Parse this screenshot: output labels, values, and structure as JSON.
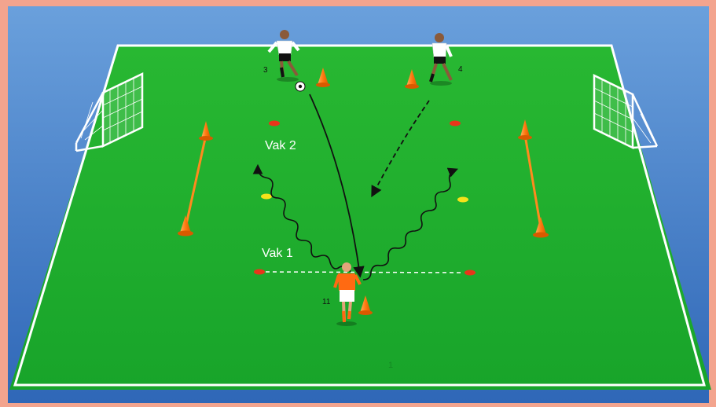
{
  "diagram": {
    "colors": {
      "frame": "#f3a48e",
      "court": "#3f79c4",
      "field": "#1fae2f",
      "lines": "#ffffff",
      "cone": "#ff7a10",
      "marker_red": "#e8351a",
      "marker_yellow": "#f5e21a",
      "home_kit": "#ff6a12",
      "away_kit": "#ffffff"
    },
    "zones": [
      {
        "label": "Vak 1"
      },
      {
        "label": "Vak 2"
      }
    ],
    "players": [
      {
        "number": "3",
        "team": "white",
        "icon": "player-kicking-icon"
      },
      {
        "number": "4",
        "team": "white",
        "icon": "player-standing-icon"
      },
      {
        "number": "11",
        "team": "orange",
        "icon": "player-running-icon"
      }
    ],
    "equipment": {
      "goals": 2,
      "tall_cones": 4,
      "small_cones": 3,
      "disc_markers_red": 4,
      "disc_markers_yellow": 2,
      "ball": "soccer-ball-icon"
    },
    "paths": [
      {
        "type": "pass",
        "style": "solid"
      },
      {
        "type": "run",
        "style": "dashed"
      },
      {
        "type": "dribble",
        "style": "wavy"
      },
      {
        "type": "dribble",
        "style": "wavy"
      }
    ],
    "page_marker": "1"
  }
}
